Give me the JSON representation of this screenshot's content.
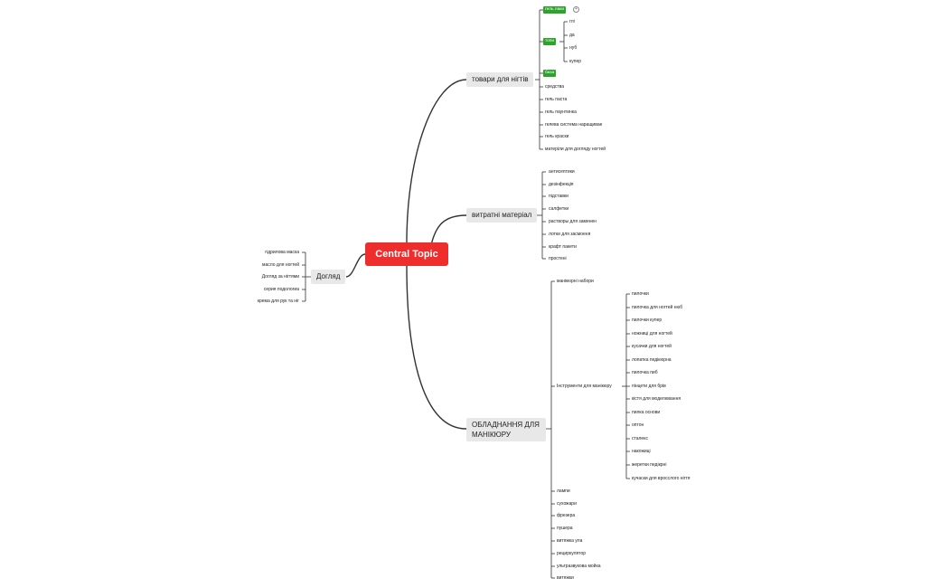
{
  "central": "Central Topic",
  "branches": {
    "b1": {
      "label": "товари для нігтів",
      "gel_group": "гель лаки",
      "tops": "топи",
      "tops_items": [
        "глі",
        "да",
        "нуб",
        "купер"
      ],
      "base": "база",
      "items": [
        "средства",
        "гель паста",
        "гель паунтинка",
        "гелева система наращивае",
        "гель краски",
        "матеріли для догляду ногтей"
      ]
    },
    "b2": {
      "label": "витратні матеріал",
      "items": [
        "антисептики",
        "дезінфекція",
        "підставки",
        "салфетки",
        "растворы для заменен",
        "лотки для засмоеня",
        "крафт пакети",
        "простені"
      ]
    },
    "b3": {
      "label_line1": "ОБЛАДНАННЯ ДЛЯ",
      "label_line2": "МАНІКЮРУ",
      "first": "манікюрні набори",
      "tools": "Інструменти для манікюру",
      "tools_items": [
        "пилочки",
        "пилочка для ногтей нюб",
        "пилочки купер",
        "ножниці для ногтей",
        "кусачки для ногтей",
        "лопатка педікюрна",
        "пилочка пиб",
        "пінцети для брів",
        "кістя для моделювання",
        "пилка основи",
        "оптон",
        "сталекс",
        "накожиці",
        "жеретки педікрні",
        "кучаски для вросслого нігтя"
      ],
      "rest": [
        "лампи",
        "сухожари",
        "фрезера",
        "пушера",
        "витяжка ула",
        "рециркулятор",
        "ультразвукова мойка",
        "витяжки"
      ]
    },
    "b4": {
      "label": "Догляд",
      "items": [
        "гідрилова маска",
        "масло для ногтей",
        "Догляд за нігтями",
        "серия подологиа",
        "крема для рук та ніг"
      ]
    }
  },
  "colors": {
    "central": "#ee2d2d",
    "highlight": "#2aa52a",
    "line": "#333333",
    "main_bg": "#e8e8e8"
  }
}
